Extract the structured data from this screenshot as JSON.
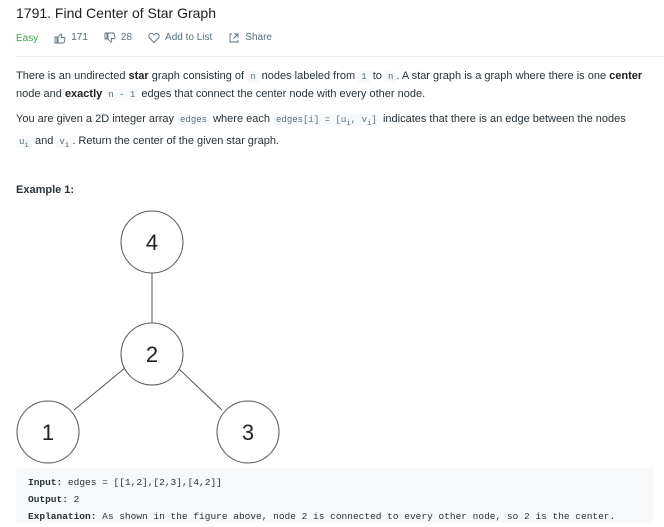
{
  "problem": {
    "title": "1791. Find Center of Star Graph",
    "difficulty": "Easy",
    "likes": "171",
    "dislikes": "28",
    "add_to_list": "Add to List",
    "share": "Share"
  },
  "description": {
    "p1": {
      "t1": "There is an undirected ",
      "b1": "star",
      "t2": " graph consisting of ",
      "c1": "n",
      "t3": " nodes labeled from ",
      "c2": "1",
      "t4": " to ",
      "c3": "n",
      "t5": ". A star graph is a graph where there is one ",
      "b2": "center",
      "t6": " node and ",
      "b3": "exactly",
      "t7": " ",
      "c4": "n - 1",
      "t8": " edges that connect the center node with every other node."
    },
    "p2": {
      "t1": "You are given a 2D integer array ",
      "c1": "edges",
      "t2": " where each ",
      "c2": "edges[i] = [u",
      "c2_sub": "i",
      "c2_mid": ", v",
      "c2_sub2": "i",
      "c2_end": "]",
      "t3": " indicates that there is an edge between the nodes",
      "c3": "u",
      "c3_sub": "i",
      "t4": " and ",
      "c4": "v",
      "c4_sub": "i",
      "t5": ". Return the center of the given star graph."
    }
  },
  "example": {
    "title": "Example 1:",
    "graph": {
      "nodes": [
        {
          "label": "4"
        },
        {
          "label": "2"
        },
        {
          "label": "1"
        },
        {
          "label": "3"
        }
      ]
    },
    "input_label": "Input:",
    "input_value": " edges = [[1,2],[2,3],[4,2]]",
    "output_label": "Output:",
    "output_value": " 2",
    "explanation_label": "Explanation:",
    "explanation_value": " As shown in the figure above, node 2 is connected to every other node, so 2 is the center."
  }
}
